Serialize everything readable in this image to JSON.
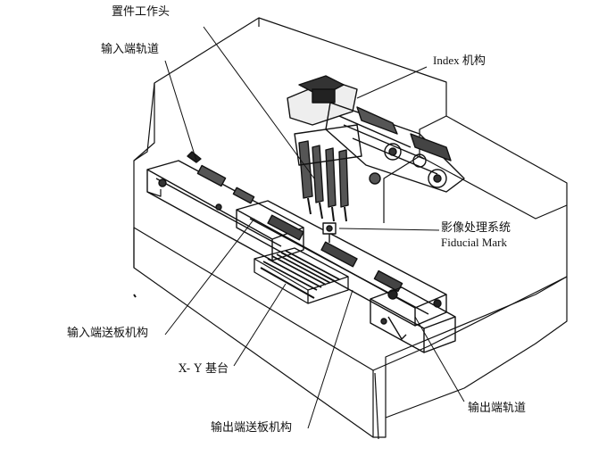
{
  "diagram": {
    "labels": {
      "placement_head": "置件工作头",
      "input_rail": "输入端轨道",
      "index_mechanism": "Index 机构",
      "vision_system": "影像处理系统",
      "fiducial_mark": "Fiducial Mark",
      "input_conveyor": "输入端送板机构",
      "xy_table_prefix": "X- Y",
      "xy_table_suffix": "基台",
      "output_conveyor": "输出端送板机构",
      "output_rail": "输出端轨道"
    },
    "colors": {
      "line": "#111111",
      "background": "#ffffff"
    }
  }
}
